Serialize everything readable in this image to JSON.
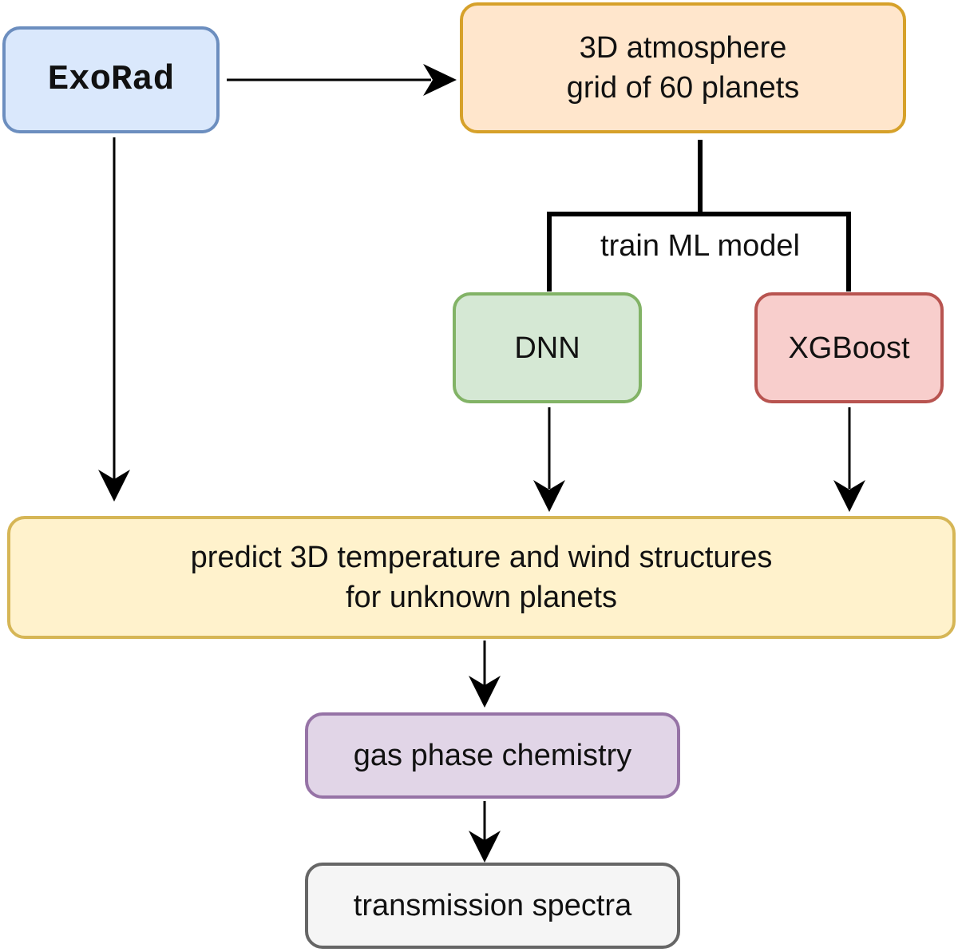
{
  "nodes": {
    "exorad": {
      "label": "ExoRad",
      "fill": "#dae8fc",
      "stroke": "#6c8ebf"
    },
    "atmosphere_grid": {
      "line1": "3D atmosphere",
      "line2": "grid of 60 planets",
      "fill": "#ffe6cc",
      "stroke": "#d6a12a"
    },
    "dnn": {
      "label": "DNN",
      "fill": "#d5e8d4",
      "stroke": "#82b366"
    },
    "xgboost": {
      "label": "XGBoost",
      "fill": "#f8cecc",
      "stroke": "#b85450"
    },
    "predict": {
      "line1": "predict 3D temperature and wind structures",
      "line2": "for unknown planets",
      "fill": "#fff2cc",
      "stroke": "#d6b656"
    },
    "chemistry": {
      "label": "gas phase chemistry",
      "fill": "#e1d5e7",
      "stroke": "#9673a6"
    },
    "spectra": {
      "label": "transmission spectra",
      "fill": "#f5f5f5",
      "stroke": "#666666"
    }
  },
  "edges": {
    "train_label": "train ML model"
  }
}
